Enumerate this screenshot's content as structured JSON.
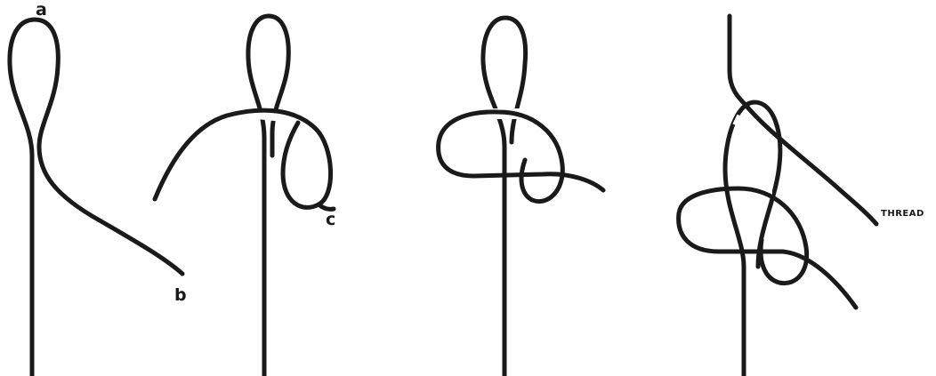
{
  "figure": {
    "panels": [
      {
        "id": "step-1"
      },
      {
        "id": "step-2"
      },
      {
        "id": "step-3"
      },
      {
        "id": "step-4"
      }
    ],
    "labels": {
      "a": "a",
      "b": "b",
      "c": "c",
      "thread": "THREAD"
    },
    "colors": {
      "line": "#1a1a1a",
      "background": "#ffffff"
    }
  }
}
